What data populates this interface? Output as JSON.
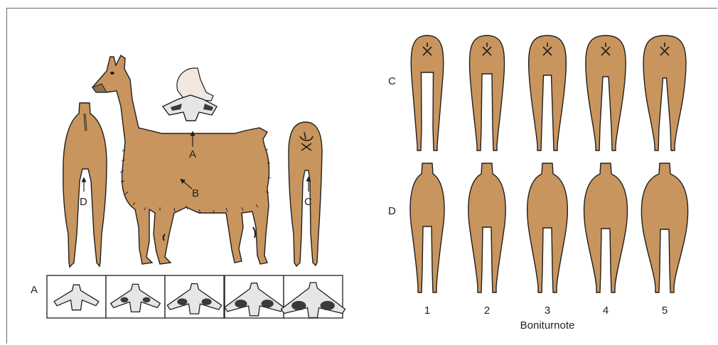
{
  "colors": {
    "body": "#c9955e",
    "outline": "#1f1f1f",
    "dark_fat": "#3a3a3a",
    "cross_section_fill": "#e6e6e6",
    "background": "#ffffff"
  },
  "labels": {
    "A_arrow": "A",
    "B_arrow": "B",
    "C_arrow": "C",
    "D_arrow": "D",
    "row_A": "A",
    "row_C": "C",
    "row_D": "D"
  },
  "score_numbers": [
    "1",
    "2",
    "3",
    "4",
    "5"
  ],
  "score_title": "Boniturnote",
  "body_condition_scale": [
    1,
    2,
    3,
    4,
    5
  ]
}
